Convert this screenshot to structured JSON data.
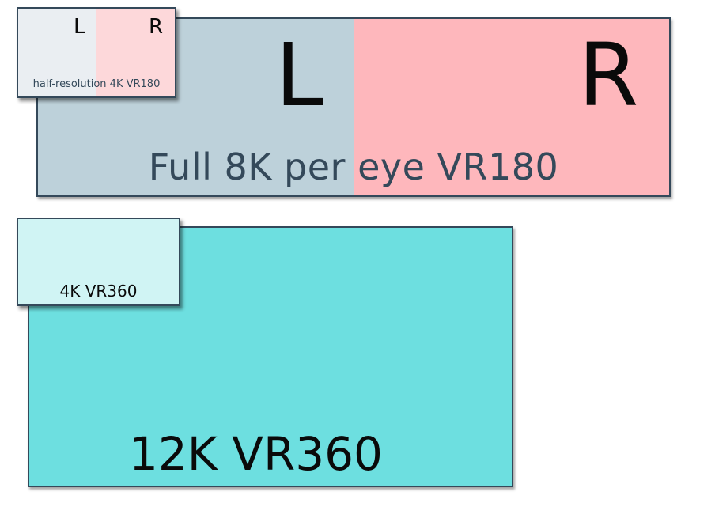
{
  "vr180": {
    "full": {
      "left_label": "L",
      "right_label": "R",
      "caption": "Full 8K per eye VR180",
      "left_color": "#bdd1da",
      "right_color": "#feb7bc"
    },
    "half": {
      "left_label": "L",
      "right_label": "R",
      "caption": "half-resolution 4K VR180",
      "left_color": "#eaeef2",
      "right_color": "#fdd8da"
    }
  },
  "vr360": {
    "full": {
      "caption": "12K VR360",
      "color": "#6ddfe0"
    },
    "small": {
      "caption": "4K VR360",
      "color": "#d0f4f4"
    }
  },
  "colors": {
    "border": "#34495a",
    "text_dark": "#0a0a0a",
    "text_slate": "#34495a"
  }
}
